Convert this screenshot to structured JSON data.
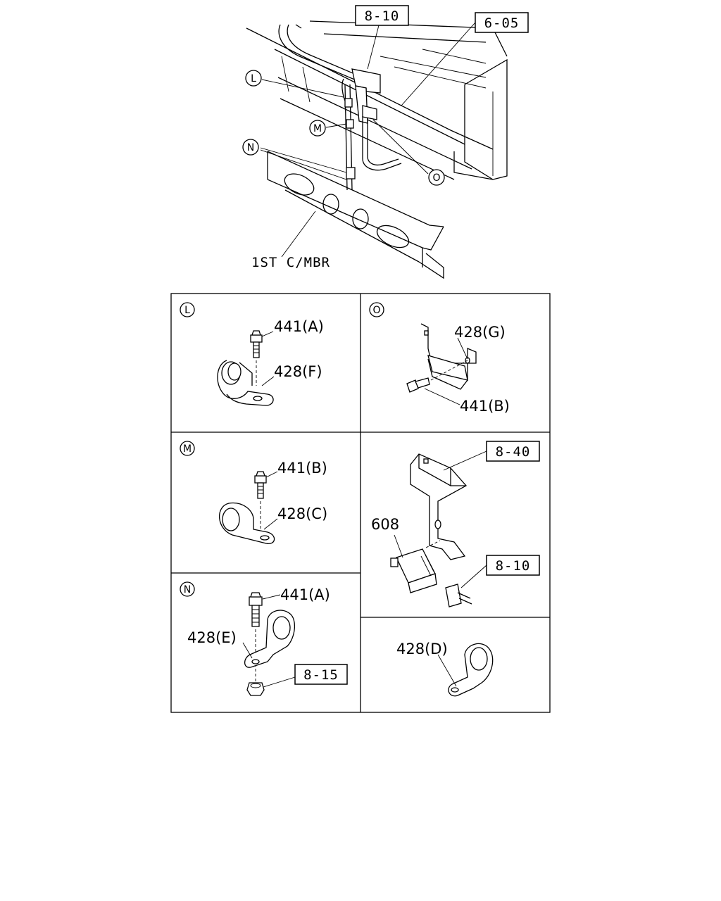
{
  "refs": {
    "top_8_10": "8-10",
    "top_6_05": "6-05",
    "o_8_40": "8-40",
    "o_8_10": "8-10",
    "n_8_15": "8-15"
  },
  "callouts": {
    "L": "L",
    "M": "M",
    "N": "N",
    "O": "O"
  },
  "crossmember_label": "1ST C/MBR",
  "panels": {
    "L": {
      "tag": "L",
      "bolt": "441(A)",
      "clip": "428(F)"
    },
    "O": {
      "tag": "O",
      "bracket": "428(G)",
      "bolt": "441(B)"
    },
    "M": {
      "tag": "M",
      "bolt": "441(B)",
      "clip": "428(C)"
    },
    "switch": {
      "part": "608"
    },
    "N": {
      "tag": "N",
      "bolt": "441(A)",
      "clip": "428(E)"
    },
    "D": {
      "clip": "428(D)"
    }
  }
}
